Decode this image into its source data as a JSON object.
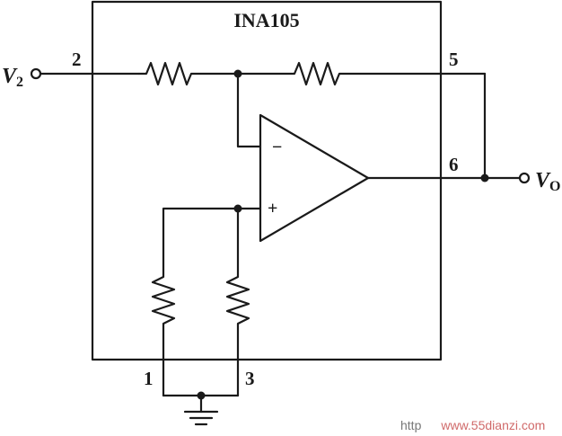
{
  "title": "INA105",
  "pins": {
    "p1": "1",
    "p2": "2",
    "p3": "3",
    "p5": "5",
    "p6": "6"
  },
  "signals": {
    "v2": {
      "main": "V",
      "sub": "2"
    },
    "vo": {
      "main": "V",
      "sub": "O"
    }
  },
  "opamp": {
    "minus": "−",
    "plus": "+"
  },
  "watermark": {
    "prefix": "http",
    "suffix": "www.55dianzi.com"
  },
  "colors": {
    "ink": "#1a1a1a",
    "watermark": "#d06a6a"
  }
}
